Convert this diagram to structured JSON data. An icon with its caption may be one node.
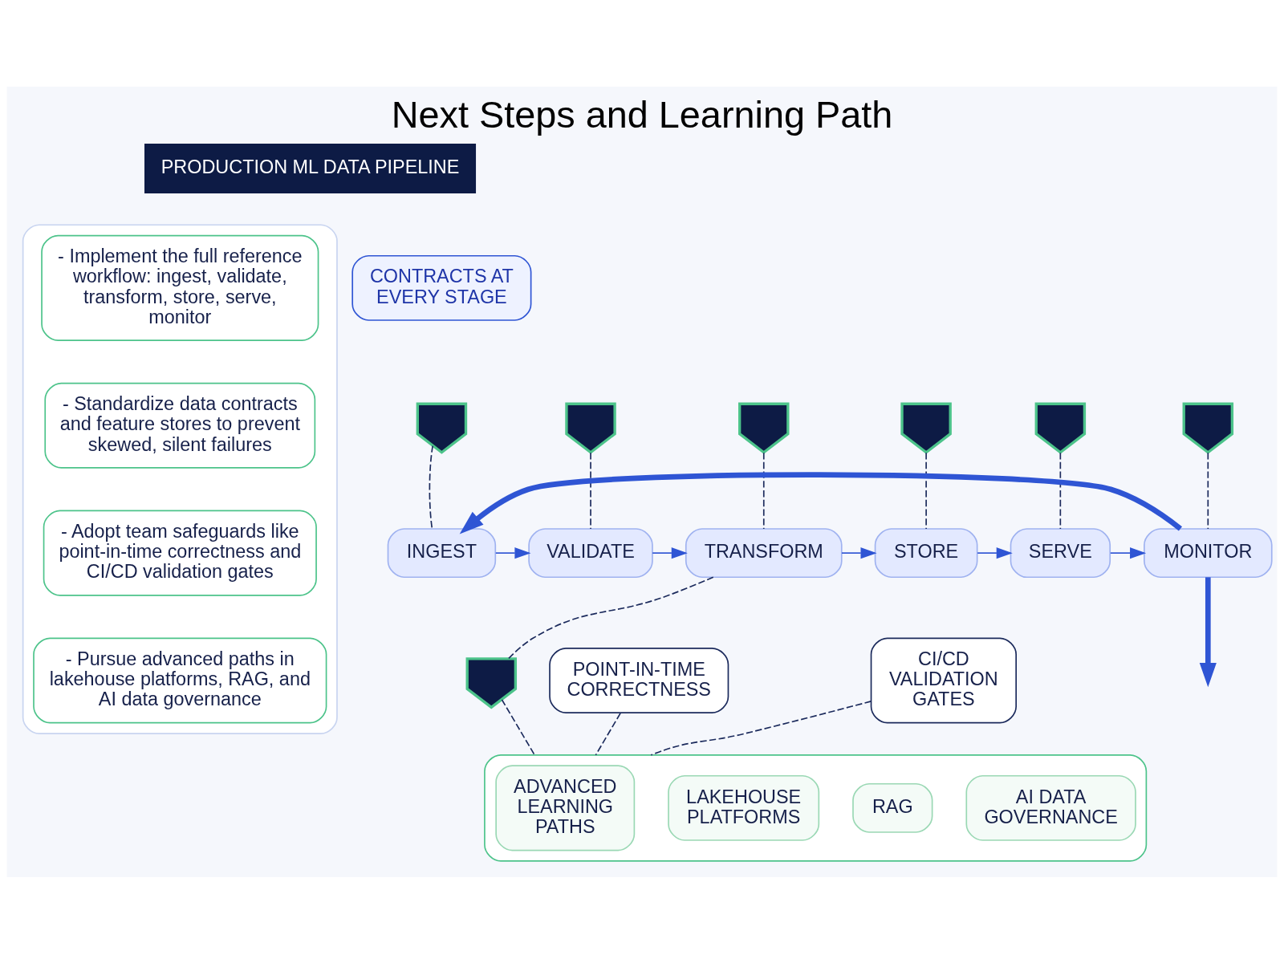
{
  "diagram": {
    "title": "Next Steps and Learning Path",
    "nodes": [
      {
        "text": [],
        "shape": "box"
      },
      {
        "text": [
          "- Implement the full reference workflow: ingest, validate, transform, store, serve, monitor"
        ],
        "in": 0
      },
      {
        "text": [
          "- Standardize data contracts and feature stores to prevent skewed, silent failures"
        ],
        "in": 0
      },
      {
        "text": [
          "- Adopt team safeguards like point-in-time correctness and CI/CD validation gates"
        ],
        "in": 0
      },
      {
        "text": [
          "- Pursue advanced paths in lakehouse platforms, RAG, and AI data governance"
        ],
        "in": 0
      },
      {
        "text": [
          "PRODUCTION ML DATA PIPELINE"
        ]
      },
      {
        "text": [
          "CONTRACTS AT EVERY STAGE"
        ]
      },
      {
        "text": [],
        "shape": "shield"
      },
      {
        "text": [],
        "shape": "shield"
      },
      {
        "text": [],
        "shape": "shield"
      },
      {
        "text": [],
        "shape": "shield"
      },
      {
        "text": [],
        "shape": "shield"
      },
      {
        "text": [],
        "shape": "shield"
      },
      {
        "text": [
          "INGEST"
        ]
      },
      {
        "text": [
          "VALIDATE"
        ]
      },
      {
        "text": [
          "TRANSFORM"
        ]
      },
      {
        "text": [
          "STORE"
        ]
      },
      {
        "text": [
          "SERVE"
        ]
      },
      {
        "text": [
          "MONITOR"
        ]
      },
      {
        "text": [],
        "shape": "shield"
      },
      {
        "text": [
          "POINT-IN-TIME CORRECTNESS"
        ]
      },
      {
        "text": [
          "CI/CD VALIDATION GATES"
        ]
      },
      {
        "text": [],
        "shape": "box"
      },
      {
        "text": [
          "ADVANCED LEARNING PATHS"
        ],
        "in": 22
      },
      {
        "text": [
          "LAKEHOUSE PLATFORMS"
        ],
        "in": 22
      },
      {
        "text": [
          "RAG"
        ],
        "in": 22
      },
      {
        "text": [
          "AI DATA GOVERNANCE"
        ],
        "in": 22
      }
    ],
    "edges": [
      {
        "from": 13,
        "to": 14,
        "arrow": "to",
        "color": "#2f55d4"
      },
      {
        "from": 14,
        "to": 15,
        "arrow": "to",
        "color": "#2f55d4"
      },
      {
        "from": 15,
        "to": 16,
        "arrow": "to",
        "color": "#2f55d4"
      },
      {
        "from": 16,
        "to": 17,
        "arrow": "to",
        "color": "#2f55d4"
      },
      {
        "from": 17,
        "to": 18,
        "arrow": "to",
        "color": "#2f55d4"
      },
      {
        "from": 18,
        "to": 13,
        "arrow": "to",
        "style": "thick",
        "color": "#2f55d4"
      },
      {
        "from": 18,
        "to": null,
        "arrow": "to",
        "style": "thick",
        "color": "#2f55d4"
      },
      {
        "from": 7,
        "to": 13,
        "arrow": "none",
        "style": "dashed",
        "color": "#1b2a5c"
      },
      {
        "from": 8,
        "to": 14,
        "arrow": "none",
        "style": "dashed",
        "color": "#1b2a5c"
      },
      {
        "from": 9,
        "to": 15,
        "arrow": "none",
        "style": "dashed",
        "color": "#1b2a5c"
      },
      {
        "from": 10,
        "to": 16,
        "arrow": "none",
        "style": "dashed",
        "color": "#1b2a5c"
      },
      {
        "from": 11,
        "to": 17,
        "arrow": "none",
        "style": "dashed",
        "color": "#1b2a5c"
      },
      {
        "from": 12,
        "to": 18,
        "arrow": "none",
        "style": "dashed",
        "color": "#1b2a5c"
      },
      {
        "from": 15,
        "to": 19,
        "arrow": "none",
        "style": "dashed",
        "color": "#1b2a5c"
      },
      {
        "from": 20,
        "to": 22,
        "arrow": "none",
        "style": "dashed",
        "color": "#1b2a5c"
      },
      {
        "from": 19,
        "to": 22,
        "arrow": "none",
        "style": "dashed",
        "color": "#1b2a5c"
      },
      {
        "from": 21,
        "to": 22,
        "arrow": "none",
        "style": "dashed",
        "color": "#1b2a5c"
      }
    ]
  }
}
